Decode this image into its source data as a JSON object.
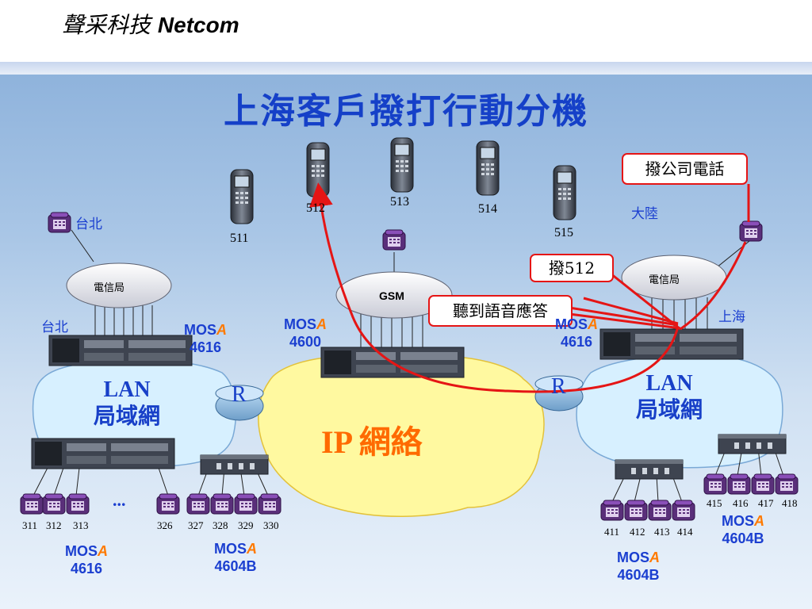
{
  "header": {
    "brand_cn": "聲采科技",
    "brand_en": "Netcom"
  },
  "title": "上海客戶撥打行動分機",
  "callouts": {
    "dial_company": "撥公司電話",
    "dial_512": "撥512",
    "hear_voice": "聽到語音應答"
  },
  "places": {
    "taipei": "台北",
    "mainland": "大陸",
    "shanghai": "上海"
  },
  "telecom": {
    "label": "電信局"
  },
  "gsm": {
    "label": "GSM"
  },
  "mobiles": [
    "511",
    "512",
    "513",
    "514",
    "515"
  ],
  "mos_prefix": "MOS",
  "mos_suffix": "A",
  "devices": {
    "tp_main": "4616",
    "center": "4600",
    "sh_main": "4616",
    "tp_bottom_left": "4616",
    "tp_bottom_right": "4604B",
    "sh_bottom_left": "4604B",
    "sh_bottom_right": "4604B"
  },
  "lan": {
    "line1": "LAN",
    "line2": "局域網"
  },
  "ip": {
    "label": "IP 網絡"
  },
  "router": {
    "label": "R"
  },
  "ellipsis": "...",
  "ext": {
    "tp_left": [
      "311",
      "312",
      "313",
      "326"
    ],
    "tp_right": [
      "327",
      "328",
      "329",
      "330"
    ],
    "sh_left": [
      "411",
      "412",
      "413",
      "414"
    ],
    "sh_right": [
      "415",
      "416",
      "417",
      "418"
    ]
  },
  "colors": {
    "title": "#1540c8",
    "label": "#1b3fd0",
    "accent": "#ff7a00",
    "call_path": "#e51515",
    "ip_cloud": "#fff9a0",
    "lan_cloud": "#d7f0ff"
  }
}
